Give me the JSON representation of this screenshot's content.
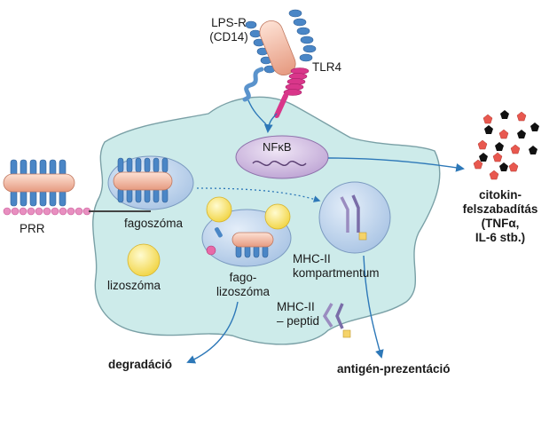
{
  "labels": {
    "lps_receptor_line1": "LPS-R",
    "lps_receptor_line2": "(CD14)",
    "tlr4": "TLR4",
    "nfkb": "NFκB",
    "prr": "PRR",
    "phagosome": "fagoszóma",
    "lysosome": "lizoszóma",
    "phagolysosome_line1": "fago-",
    "phagolysosome_line2": "lizoszóma",
    "mhc_compartment_line1": "MHC-II",
    "mhc_compartment_line2": "kompartmentum",
    "mhc_peptide_line1": "MHC-II",
    "mhc_peptide_line2": "– peptid",
    "cytokine_line1": "citokin-",
    "cytokine_line2": "felszabadítás",
    "cytokine_line3": "(TNFα,",
    "cytokine_line4": "IL-6 stb.)",
    "degradation": "degradáció",
    "antigen_presentation": "antigén-prezentáció"
  },
  "colors": {
    "cell_fill": "#cdebea",
    "cell_stroke": "#7aa0a6",
    "vesicle_fill": "#bcd3ec",
    "receptor_blue": "#4a86c6",
    "receptor_body": "#f3b7a0",
    "tlr_magenta": "#d9368a",
    "lysosome_yellow": "#fbe96a",
    "arrow_blue": "#2d78b8",
    "nfkb_fill": "#d9c7e7",
    "cytokine_red": "#e8584f",
    "cytokine_black": "#111111"
  }
}
